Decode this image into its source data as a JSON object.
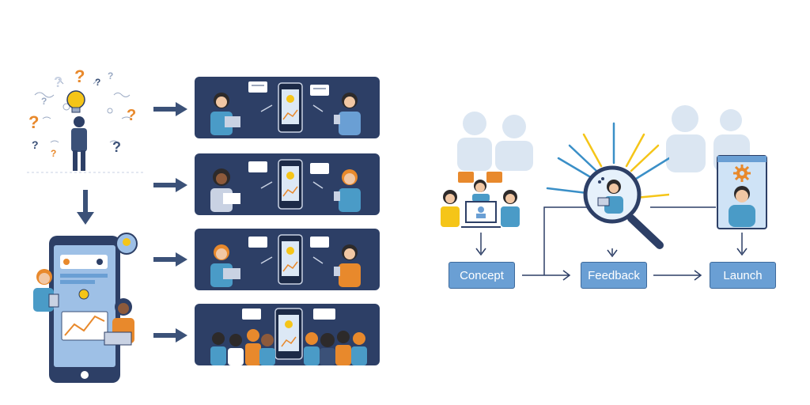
{
  "flow": {
    "stages": [
      {
        "label": "Concept"
      },
      {
        "label": "Feedback"
      },
      {
        "label": "Launch"
      }
    ]
  },
  "colors": {
    "navy_panel": "#2d3f66",
    "arrow_navy": "#3b5178",
    "stage_fill": "#6a9fd4",
    "idea_orange": "#e8892c",
    "bulb_yellow": "#f5c518"
  },
  "icons": [
    "lightbulb-icon",
    "question-mark-icon",
    "chat-bubble-icon",
    "smartphone-icon",
    "magnifier-icon",
    "gear-icon",
    "person-icon",
    "laptop-icon"
  ]
}
